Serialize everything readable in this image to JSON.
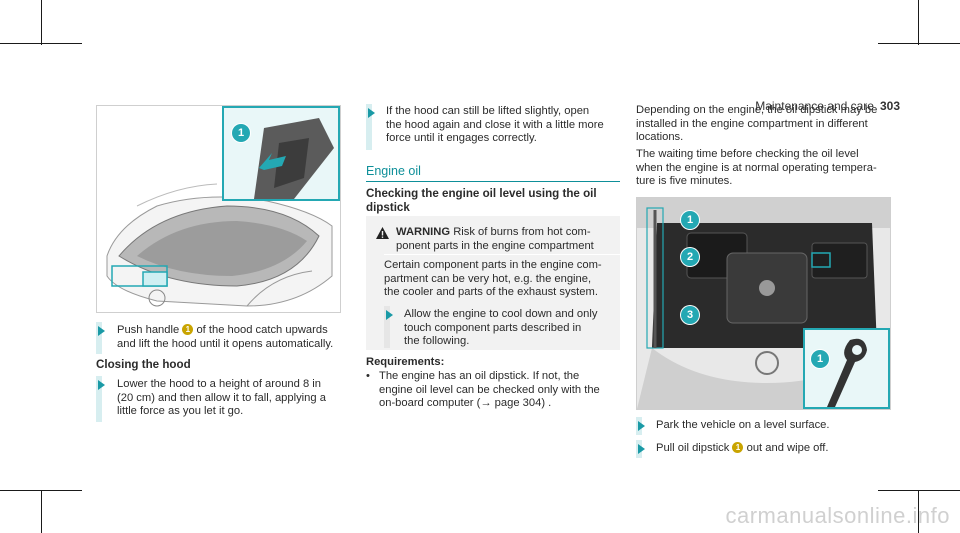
{
  "header": {
    "section": "Maintenance and care",
    "page": "303"
  },
  "col1": {
    "step1": {
      "before": "Push handle",
      "num": "1",
      "after_line1": "of the hood catch upwards",
      "line2": "and lift the hood until it opens automatically."
    },
    "closing_title": "Closing the hood",
    "step2": {
      "line1": "Lower the hood to a height of around 8 in",
      "line2": "(20 cm) and then allow it to fall, applying a",
      "line3": "little force as you let it go."
    }
  },
  "col2": {
    "step1": {
      "line1": "If the hood can still be lifted slightly, open",
      "line2": "the hood again and close it with a little more",
      "line3": "force until it engages correctly."
    },
    "section_title": "Engine oil",
    "subtitle_line1": "Checking the engine oil level using the oil",
    "subtitle_line2": "dipstick",
    "warning": {
      "label": "WARNING",
      "line1_rest": "Risk of burns from hot com-",
      "line2": "ponent parts in the engine compartment",
      "body1": "Certain component parts in the engine com-",
      "body2": "partment can be very hot, e.g. the engine,",
      "body3": "the cooler and parts of the exhaust system.",
      "step1": "Allow the engine to cool down and only",
      "step2": "touch component parts described in",
      "step3": "the following."
    },
    "req_title": "Requirements:",
    "req1": "The engine has an oil dipstick. If not, the",
    "req2": "engine oil level can be checked only with the",
    "req3": "on-board computer (→ page 304) ."
  },
  "col3": {
    "p1": "Depending on the engine, the oil dipstick may be",
    "p2": "installed in the engine compartment in different",
    "p3": "locations.",
    "p4": "The waiting time before checking the oil level",
    "p5": "when the engine is at normal operating tempera-",
    "p6": "ture is five minutes.",
    "callouts": [
      "1",
      "2",
      "3",
      "1"
    ],
    "step1": "Park the vehicle on a level surface.",
    "step2_before": "Pull oil dipstick",
    "step2_num": "1",
    "step2_after": "out and wipe off."
  },
  "fig1_callout": "1",
  "watermark": "carmanualsonline.info",
  "colors": {
    "accent": "#0e8f99",
    "callout": "#24a8b3",
    "badge": "#c9a400",
    "tint": "#d7eef0"
  }
}
